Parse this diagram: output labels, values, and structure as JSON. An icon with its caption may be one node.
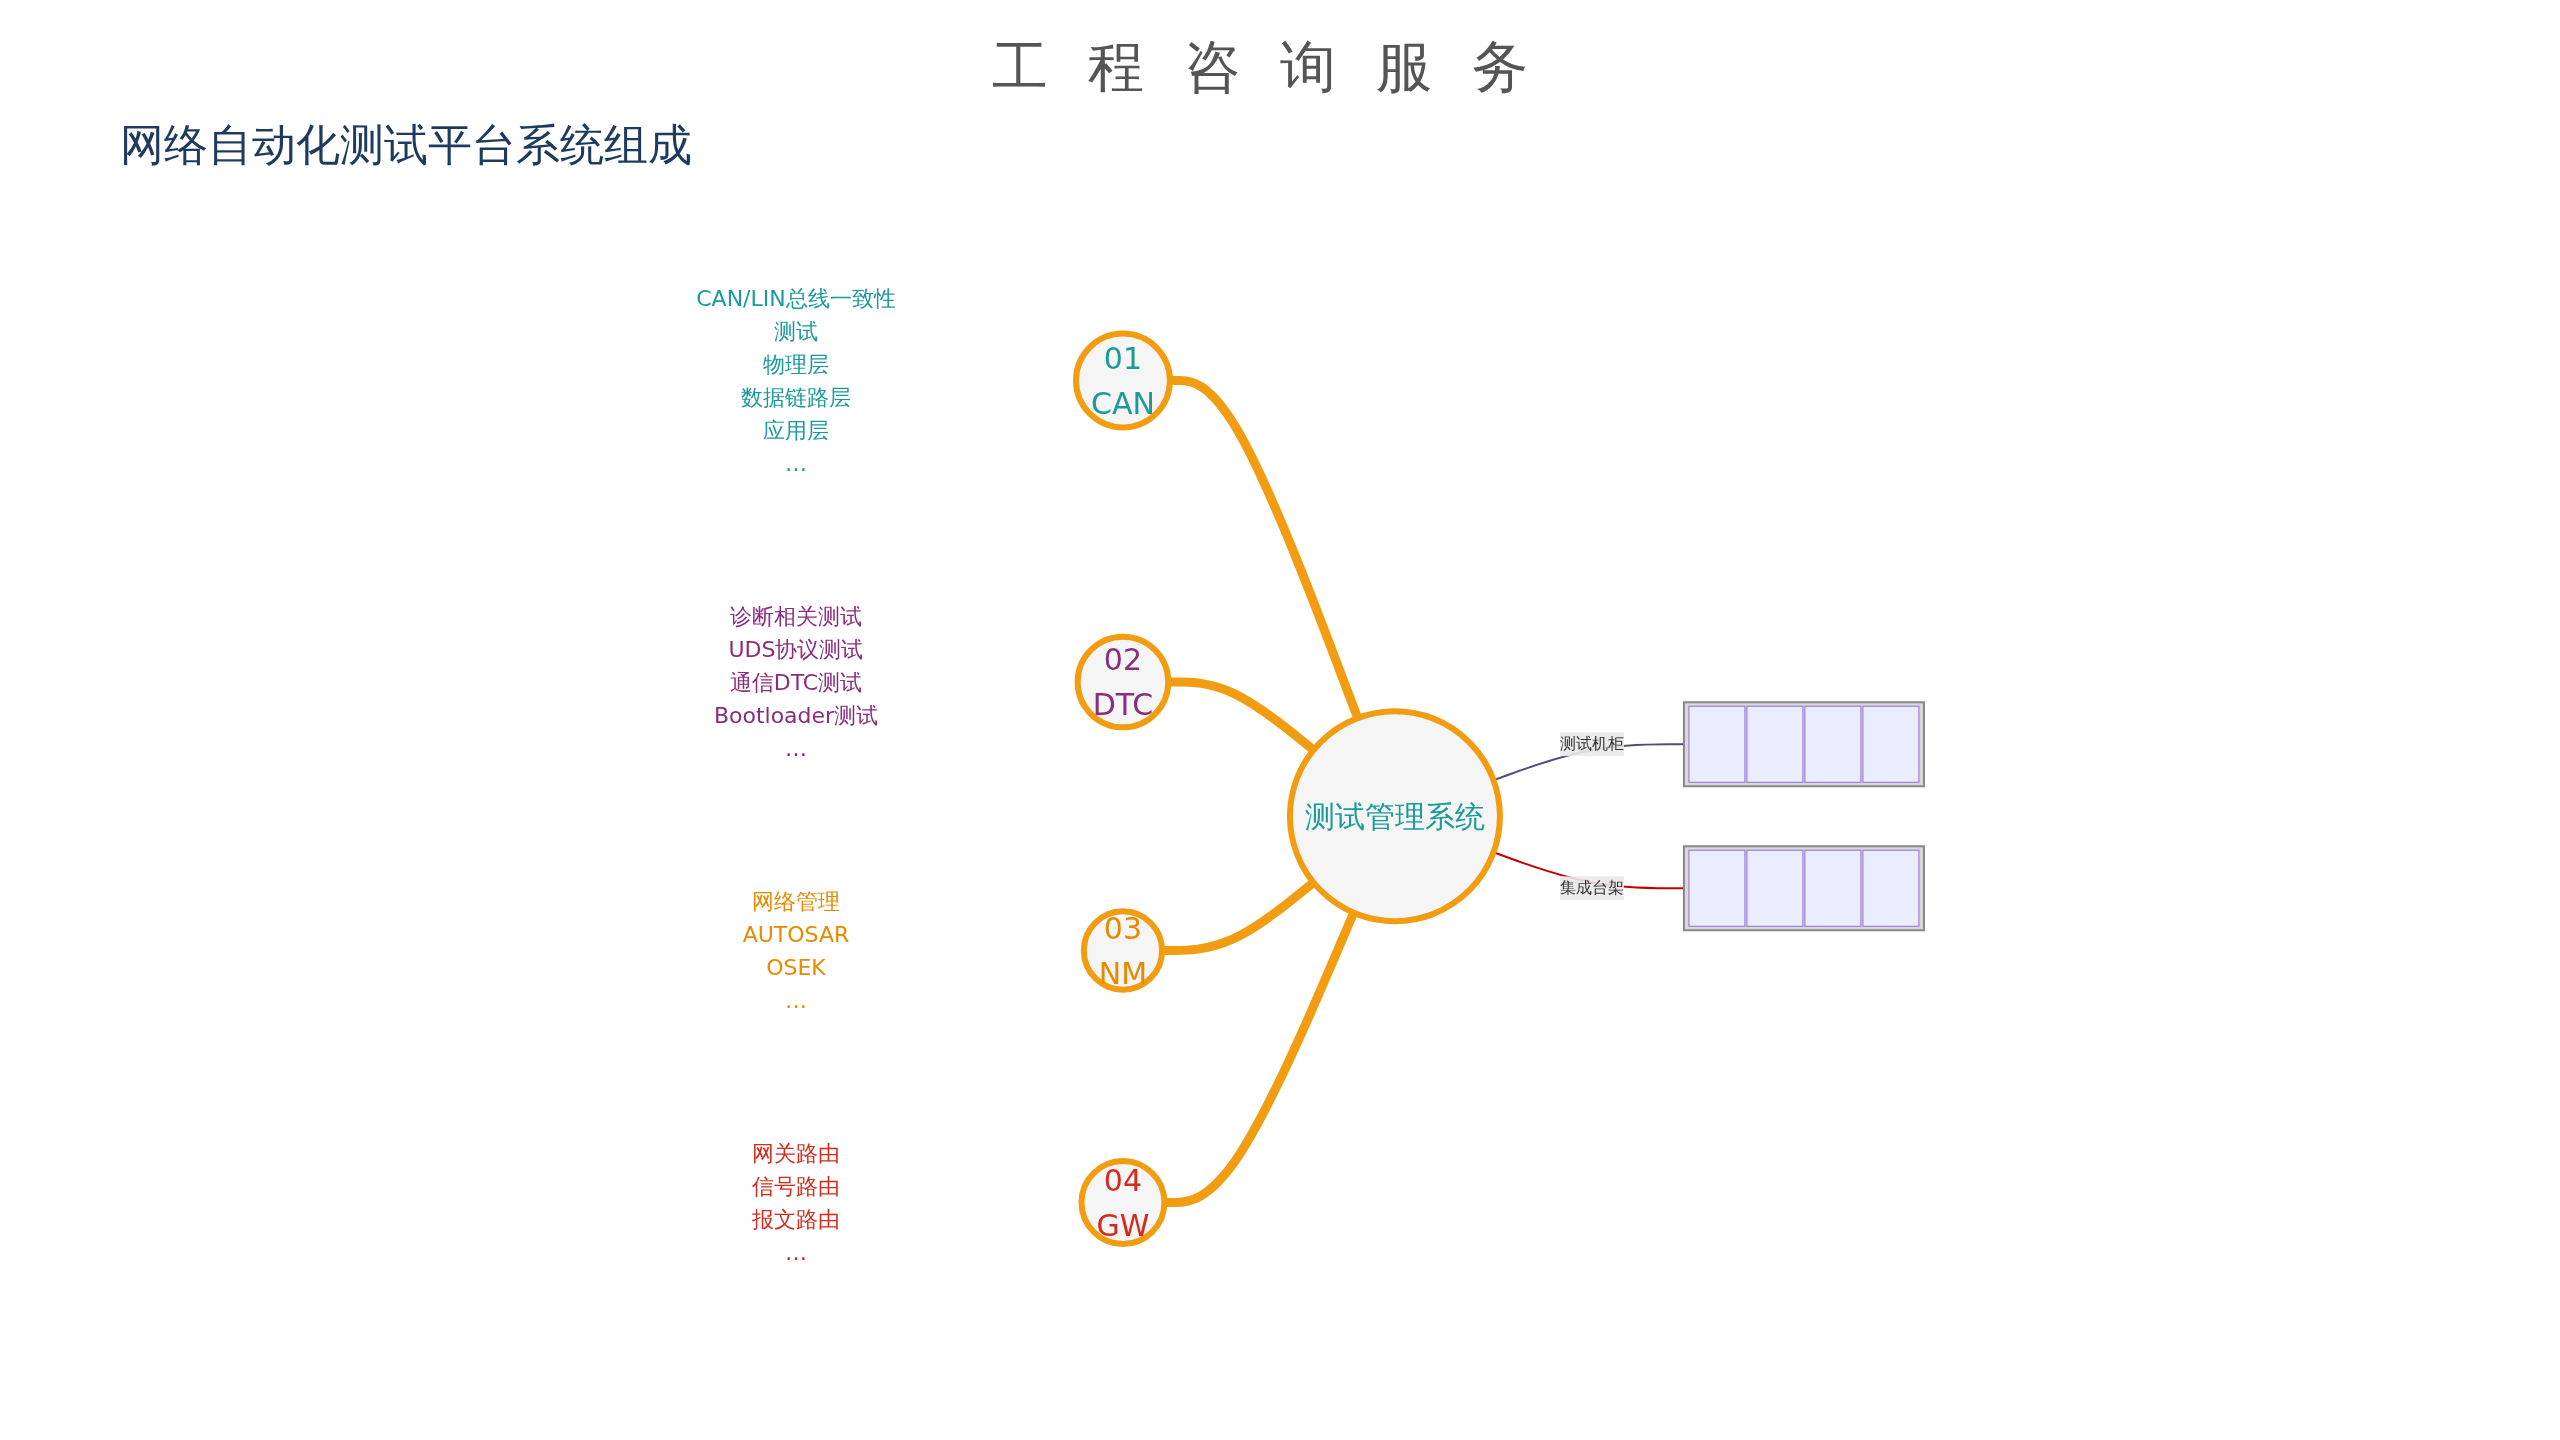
{
  "diagram": {
    "title": "工程咨询服务",
    "nodes": [
      {
        "text": [
          "测试管理系统"
        ]
      },
      {
        "text": [
          "01",
          "CAN"
        ],
        "beside": [
          "CAN/LIN总线一致性测试",
          "物理层",
          "数据链路层",
          "应用层",
          "…"
        ]
      },
      {
        "text": [
          "02",
          "DTC"
        ],
        "beside": [
          "诊断相关测试",
          "UDS协议测试",
          "通信DTC测试",
          "Bootloader测试",
          "…"
        ]
      },
      {
        "text": [
          "03",
          "NM"
        ],
        "beside": [
          "网络管理",
          "AUTOSAR",
          "OSEK",
          "…"
        ]
      },
      {
        "text": [
          "04",
          "GW"
        ],
        "beside": [
          "网关路由",
          "信号路由",
          "报文路由",
          "…"
        ]
      },
      {
        "text": [],
        "shape": "picture"
      },
      {
        "text": [],
        "shape": "picture"
      }
    ],
    "edges": [
      {
        "from": 1,
        "to": 0,
        "arrow": "none"
      },
      {
        "from": 2,
        "to": 0,
        "arrow": "none"
      },
      {
        "from": 3,
        "to": 0,
        "arrow": "none"
      },
      {
        "from": 4,
        "to": 0,
        "arrow": "none"
      },
      {
        "from": 0,
        "to": 5,
        "arrow": "none",
        "label": "测试机柜",
        "color": "#5a4a78"
      },
      {
        "from": 0,
        "to": 6,
        "arrow": "none",
        "label": "集成台架",
        "color": "#c00000"
      }
    ],
    "labels": [
      "网络自动化测试平台系统组成"
    ]
  }
}
